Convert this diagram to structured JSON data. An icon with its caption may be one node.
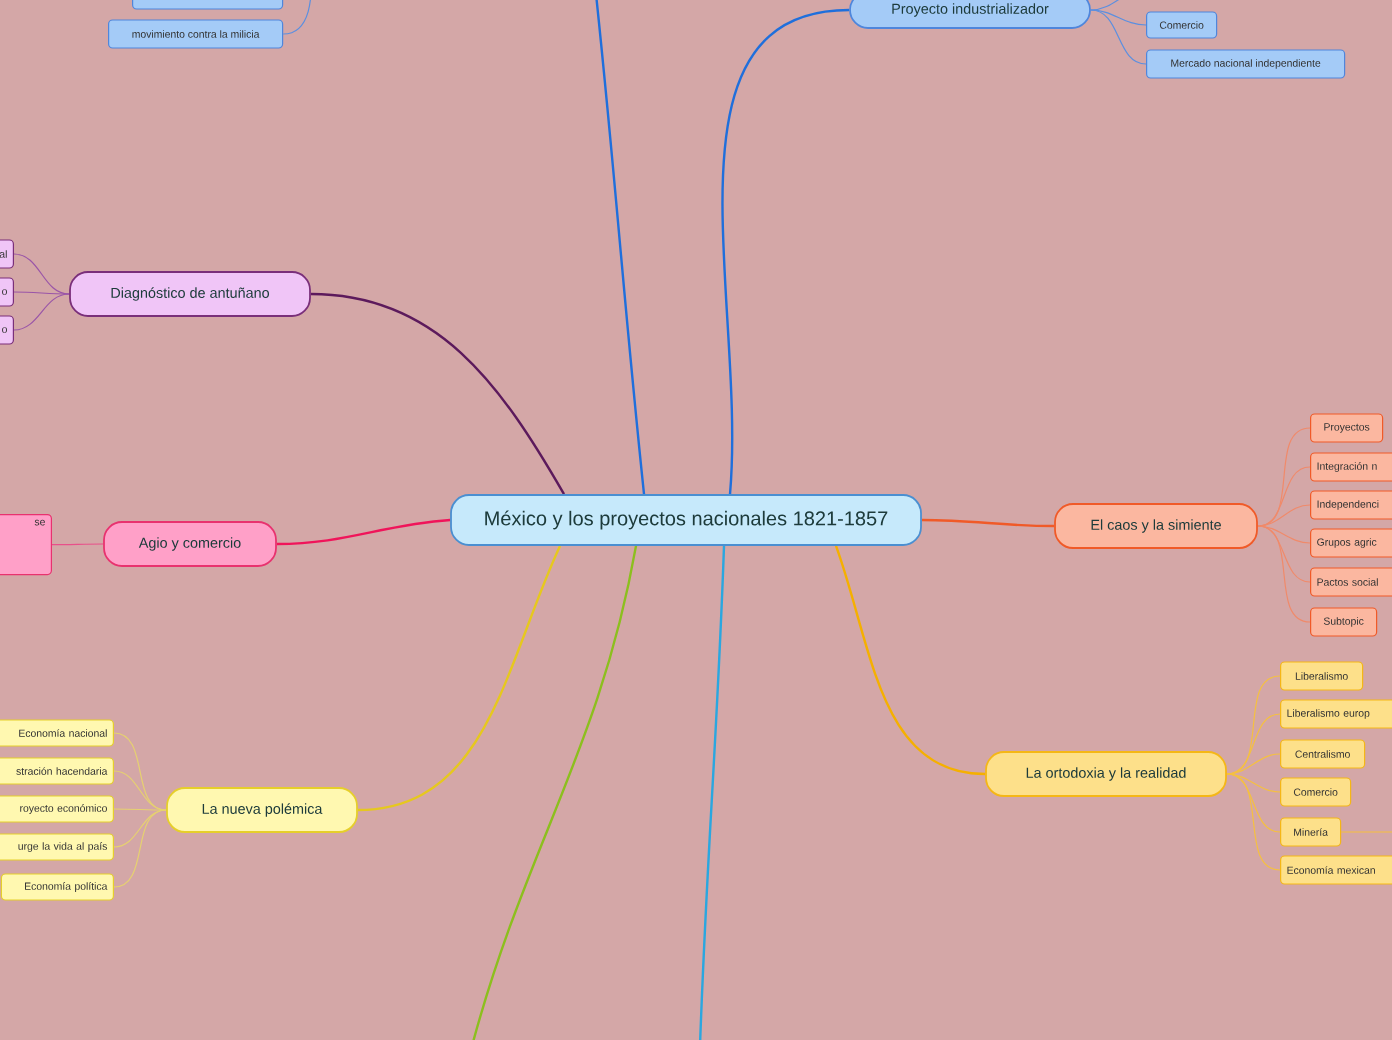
{
  "diagram": {
    "nodes": [
      {
        "text": [
          "México y los proyectos nacionales 1821-1857"
        ]
      },
      {
        "text": [
          "Proyecto industrializador"
        ]
      },
      {
        "text": [
          "Comercio"
        ]
      },
      {
        "text": [
          "Mercado nacional independiente"
        ]
      },
      {
        "text": [],
        "shape": "box"
      },
      {
        "text": [
          "movimiento contra la milicia"
        ]
      },
      {
        "text": [
          "Diagnóstico de antuñano"
        ]
      },
      {
        "text": [
          "al"
        ]
      },
      {
        "text": [
          "o"
        ]
      },
      {
        "text": [
          "o"
        ]
      },
      {
        "text": [
          "Agio y comercio"
        ]
      },
      {
        "text": [
          "se"
        ]
      },
      {
        "text": [
          "La nueva polémica"
        ]
      },
      {
        "text": [
          "Economía nacional"
        ]
      },
      {
        "text": [
          "stración hacendaria"
        ]
      },
      {
        "text": [
          "royecto económico"
        ]
      },
      {
        "text": [
          "urge la vida al país"
        ]
      },
      {
        "text": [
          "Economía política"
        ]
      },
      {
        "text": [
          "El caos y la simiente"
        ]
      },
      {
        "text": [
          "Proyectos"
        ]
      },
      {
        "text": [
          "Integración n"
        ]
      },
      {
        "text": [
          "Independenci"
        ]
      },
      {
        "text": [
          "Grupos agric"
        ]
      },
      {
        "text": [
          "Pactos social"
        ]
      },
      {
        "text": [
          "Subtopic"
        ]
      },
      {
        "text": [
          "La ortodoxia y la realidad"
        ]
      },
      {
        "text": [
          "Liberalismo"
        ]
      },
      {
        "text": [
          "Liberalismo europ"
        ]
      },
      {
        "text": [
          "Centralismo"
        ]
      },
      {
        "text": [
          "Comercio"
        ]
      },
      {
        "text": [
          "Minería"
        ]
      },
      {
        "text": [
          "Economía mexican"
        ]
      }
    ],
    "edges": [
      {
        "from": 0,
        "to": 1,
        "arrow": "none",
        "color": "#1f6fdc"
      },
      {
        "from": 0,
        "to": null,
        "arrow": "none",
        "color": "#1f6fdc"
      },
      {
        "from": 0,
        "to": 6,
        "arrow": "none",
        "color": "#5c1a5c"
      },
      {
        "from": 0,
        "to": 10,
        "arrow": "none",
        "color": "#f0145a"
      },
      {
        "from": 0,
        "to": 12,
        "arrow": "none",
        "color": "#e6c81e"
      },
      {
        "from": 0,
        "to": null,
        "arrow": "none",
        "color": "#8cbf1e"
      },
      {
        "from": 0,
        "to": null,
        "arrow": "none",
        "color": "#2aa7e0"
      },
      {
        "from": 0,
        "to": 18,
        "arrow": "none",
        "color": "#f05a28"
      },
      {
        "from": 0,
        "to": 25,
        "arrow": "none",
        "color": "#f5b000"
      },
      {
        "from": 1,
        "to": null,
        "arrow": "none",
        "color": "#5b8fe0"
      },
      {
        "from": 1,
        "to": 2,
        "arrow": "none",
        "color": "#5b8fe0"
      },
      {
        "from": 1,
        "to": 3,
        "arrow": "none",
        "color": "#5b8fe0"
      },
      {
        "from": null,
        "to": 5,
        "arrow": "none",
        "color": "#5b8fe0"
      },
      {
        "from": 6,
        "to": 7,
        "arrow": "none",
        "color": "#9a55a8"
      },
      {
        "from": 6,
        "to": 8,
        "arrow": "none",
        "color": "#9a55a8"
      },
      {
        "from": 6,
        "to": 9,
        "arrow": "none",
        "color": "#9a55a8"
      },
      {
        "from": 10,
        "to": 11,
        "arrow": "none",
        "color": "#e8508a"
      },
      {
        "from": 12,
        "to": 13,
        "arrow": "none",
        "color": "#e6d170"
      },
      {
        "from": 12,
        "to": 14,
        "arrow": "none",
        "color": "#e6d170"
      },
      {
        "from": 12,
        "to": 15,
        "arrow": "none",
        "color": "#e6d170"
      },
      {
        "from": 12,
        "to": 16,
        "arrow": "none",
        "color": "#e6d170"
      },
      {
        "from": 12,
        "to": 17,
        "arrow": "none",
        "color": "#e6d170"
      },
      {
        "from": 18,
        "to": 19,
        "arrow": "none",
        "color": "#f08a6a"
      },
      {
        "from": 18,
        "to": 20,
        "arrow": "none",
        "color": "#f08a6a"
      },
      {
        "from": 18,
        "to": 21,
        "arrow": "none",
        "color": "#f08a6a"
      },
      {
        "from": 18,
        "to": 22,
        "arrow": "none",
        "color": "#f08a6a"
      },
      {
        "from": 18,
        "to": 23,
        "arrow": "none",
        "color": "#f08a6a"
      },
      {
        "from": 18,
        "to": 24,
        "arrow": "none",
        "color": "#f08a6a"
      },
      {
        "from": 25,
        "to": 26,
        "arrow": "none",
        "color": "#f5c040"
      },
      {
        "from": 25,
        "to": 27,
        "arrow": "none",
        "color": "#f5c040"
      },
      {
        "from": 25,
        "to": 28,
        "arrow": "none",
        "color": "#f5c040"
      },
      {
        "from": 25,
        "to": 29,
        "arrow": "none",
        "color": "#f5c040"
      },
      {
        "from": 25,
        "to": 30,
        "arrow": "none",
        "color": "#f5c040"
      },
      {
        "from": 25,
        "to": 31,
        "arrow": "none",
        "color": "#f5c040"
      },
      {
        "from": 30,
        "to": null,
        "arrow": "none",
        "color": "#f5c040"
      }
    ]
  }
}
